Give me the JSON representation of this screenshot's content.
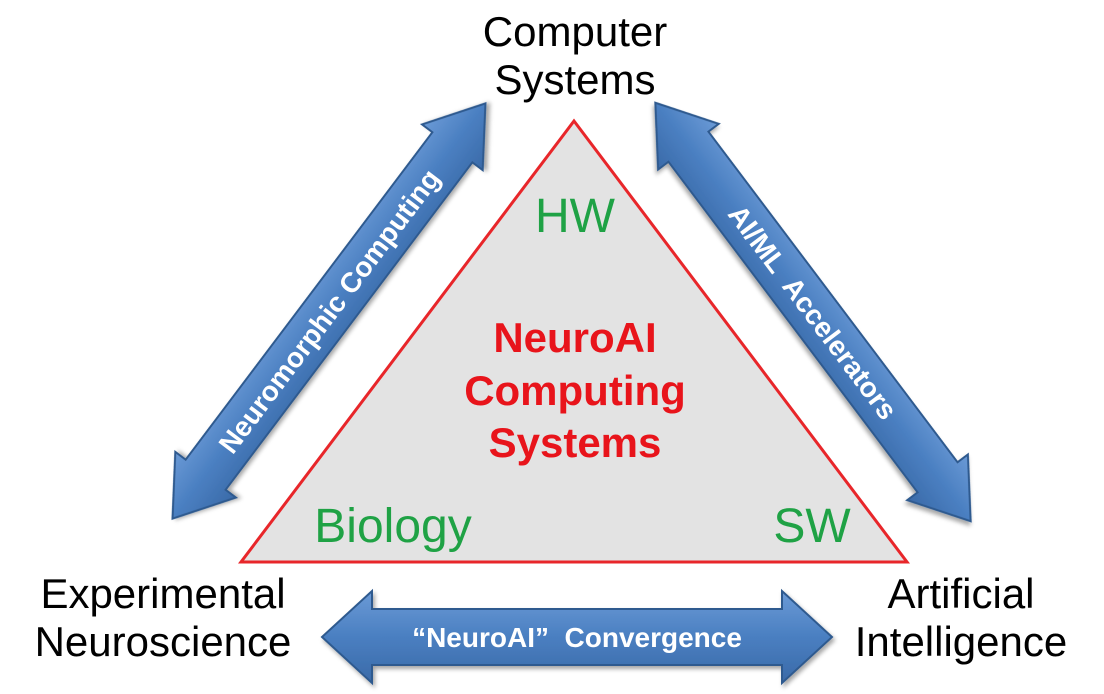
{
  "corners": {
    "top": [
      "Computer",
      "Systems"
    ],
    "left": [
      "Experimental",
      "Neuroscience"
    ],
    "right": [
      "Artificial",
      "Intelligence"
    ]
  },
  "center": {
    "title_lines": [
      "NeuroAI",
      "Computing",
      "Systems"
    ]
  },
  "triangle_labels": {
    "top": "HW",
    "left": "Biology",
    "right": "SW"
  },
  "arrows": {
    "left": "Neuromorphic Computing",
    "right": "AI/ML  Accelerators",
    "bottom": "“NeuroAI”  Convergence"
  },
  "colors": {
    "triangle_fill": "#e3e3e3",
    "triangle_stroke": "#e8262a",
    "center_text": "#e8141b",
    "label_green": "#1fa245",
    "arrow_fill": "#4a7fc1",
    "arrow_stroke": "#2f5a8f",
    "arrow_text": "#ffffff",
    "corner_text": "#000000"
  }
}
